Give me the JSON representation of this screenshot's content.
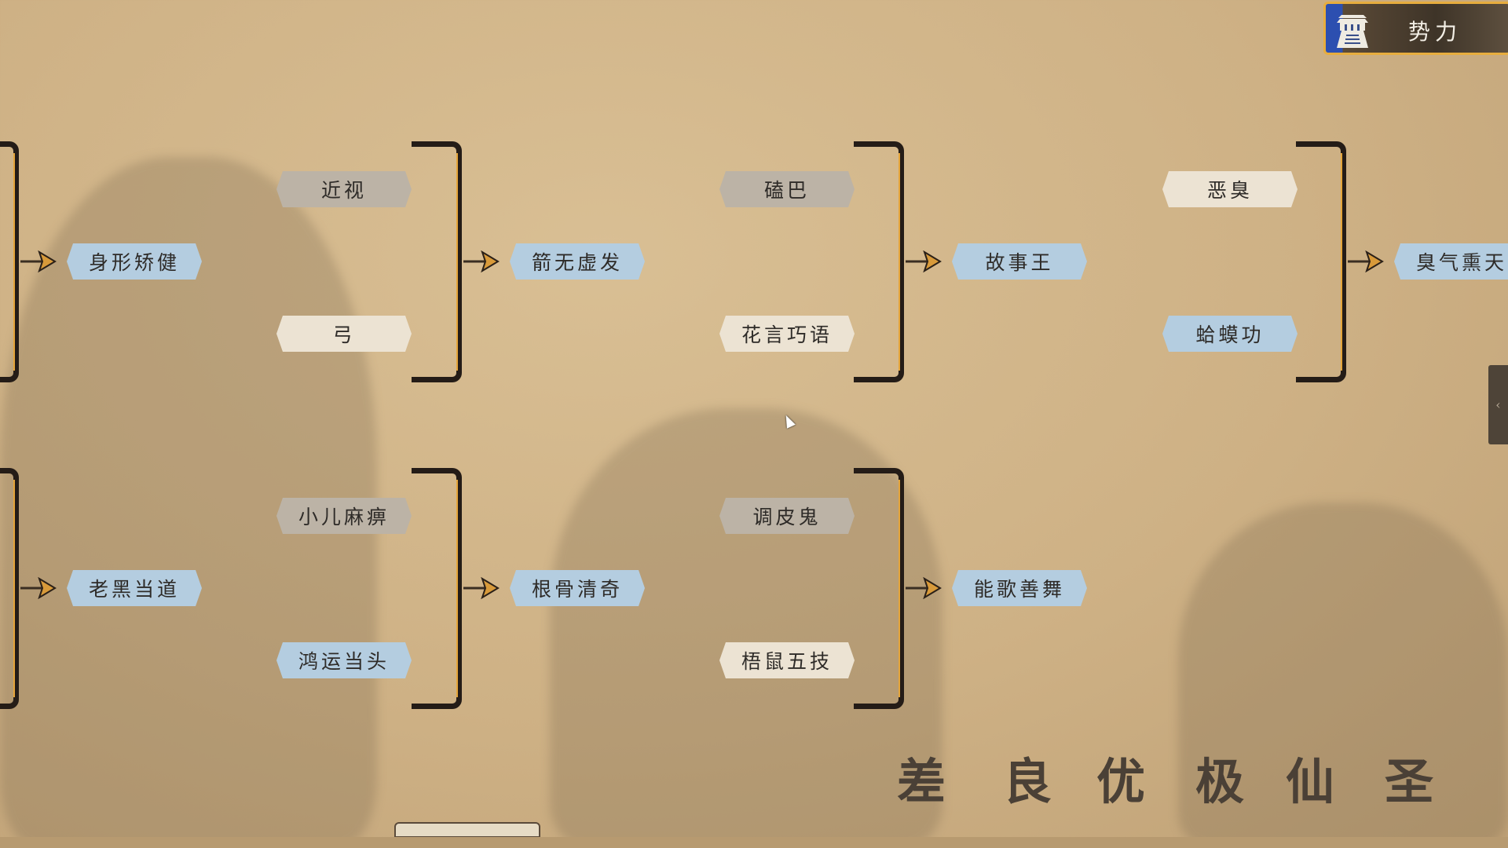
{
  "qualities": {
    "poor": {
      "label": "差",
      "color": "#bcb3a6"
    },
    "good": {
      "label": "良",
      "color": "#ece3d3"
    },
    "excellent": {
      "label": "优",
      "color": "#b4cde0"
    }
  },
  "faction_badge": {
    "title": "势力",
    "icon": "city-gate-icon",
    "accent": "#2c4fb0"
  },
  "rows": [
    {
      "left_output": {
        "name": "身形矫健",
        "quality": "excellent"
      },
      "groups": [
        {
          "inputs": [
            {
              "name": "近视",
              "quality": "poor"
            },
            {
              "name": "弓",
              "quality": "good"
            }
          ],
          "output": {
            "name": "箭无虚发",
            "quality": "excellent"
          }
        },
        {
          "inputs": [
            {
              "name": "磕巴",
              "quality": "poor"
            },
            {
              "name": "花言巧语",
              "quality": "good"
            }
          ],
          "output": {
            "name": "故事王",
            "quality": "excellent"
          }
        },
        {
          "inputs": [
            {
              "name": "恶臭",
              "quality": "good"
            },
            {
              "name": "蛤蟆功",
              "quality": "excellent"
            }
          ],
          "output": {
            "name": "臭气熏天",
            "quality": "excellent"
          }
        }
      ]
    },
    {
      "left_output": {
        "name": "老黑当道",
        "quality": "excellent"
      },
      "groups": [
        {
          "inputs": [
            {
              "name": "小儿麻痹",
              "quality": "poor"
            },
            {
              "name": "鸿运当头",
              "quality": "excellent"
            }
          ],
          "output": {
            "name": "根骨清奇",
            "quality": "excellent"
          }
        },
        {
          "inputs": [
            {
              "name": "调皮鬼",
              "quality": "poor"
            },
            {
              "name": "梧鼠五技",
              "quality": "good"
            }
          ],
          "output": {
            "name": "能歌善舞",
            "quality": "excellent"
          }
        }
      ]
    }
  ],
  "grade_legend": [
    "差",
    "良",
    "优",
    "极",
    "仙",
    "圣"
  ],
  "side_tab": {
    "icon": "chevron-left-icon",
    "glyph": "‹"
  }
}
